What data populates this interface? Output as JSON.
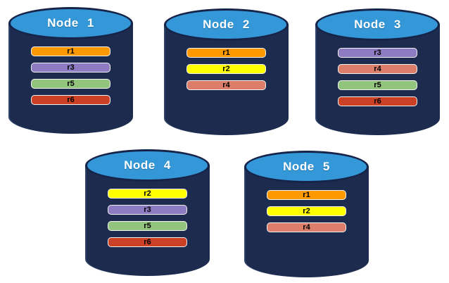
{
  "diagram": {
    "page_background": "#FFFFFF",
    "colors": {
      "cylinder-body": "#1C2B4E",
      "cylinder-top": "#3498D8",
      "cylinder-outline": "#16244A",
      "node-title-text": "#FFFFFF",
      "replica-label-text": "#000000",
      "replica-border": "#F2F2F2"
    },
    "replica_color_legend": {
      "r1": "#FF9900",
      "r2": "#FFFF00",
      "r3": "#8E7CC3",
      "r4": "#DD7E6B",
      "r5": "#93C47D",
      "r6": "#CC4125"
    },
    "nodes": [
      {
        "title": "Node 1",
        "replicas": [
          {
            "label": "r1",
            "color": "#FF9900"
          },
          {
            "label": "r3",
            "color": "#8E7CC3"
          },
          {
            "label": "r5",
            "color": "#93C47D"
          },
          {
            "label": "r6",
            "color": "#CC4125"
          }
        ]
      },
      {
        "title": "Node 2",
        "replicas": [
          {
            "label": "r1",
            "color": "#FF9900"
          },
          {
            "label": "r2",
            "color": "#FFFF00"
          },
          {
            "label": "r4",
            "color": "#DD7E6B"
          }
        ]
      },
      {
        "title": "Node 3",
        "replicas": [
          {
            "label": "r3",
            "color": "#8E7CC3"
          },
          {
            "label": "r4",
            "color": "#DD7E6B"
          },
          {
            "label": "r5",
            "color": "#93C47D"
          },
          {
            "label": "r6",
            "color": "#CC4125"
          }
        ]
      },
      {
        "title": "Node 4",
        "replicas": [
          {
            "label": "r2",
            "color": "#FFFF00"
          },
          {
            "label": "r3",
            "color": "#8E7CC3"
          },
          {
            "label": "r5",
            "color": "#93C47D"
          },
          {
            "label": "r6",
            "color": "#CC4125"
          }
        ]
      },
      {
        "title": "Node 5",
        "replicas": [
          {
            "label": "r1",
            "color": "#FF9900"
          },
          {
            "label": "r2",
            "color": "#FFFF00"
          },
          {
            "label": "r4",
            "color": "#DD7E6B"
          }
        ]
      }
    ]
  }
}
